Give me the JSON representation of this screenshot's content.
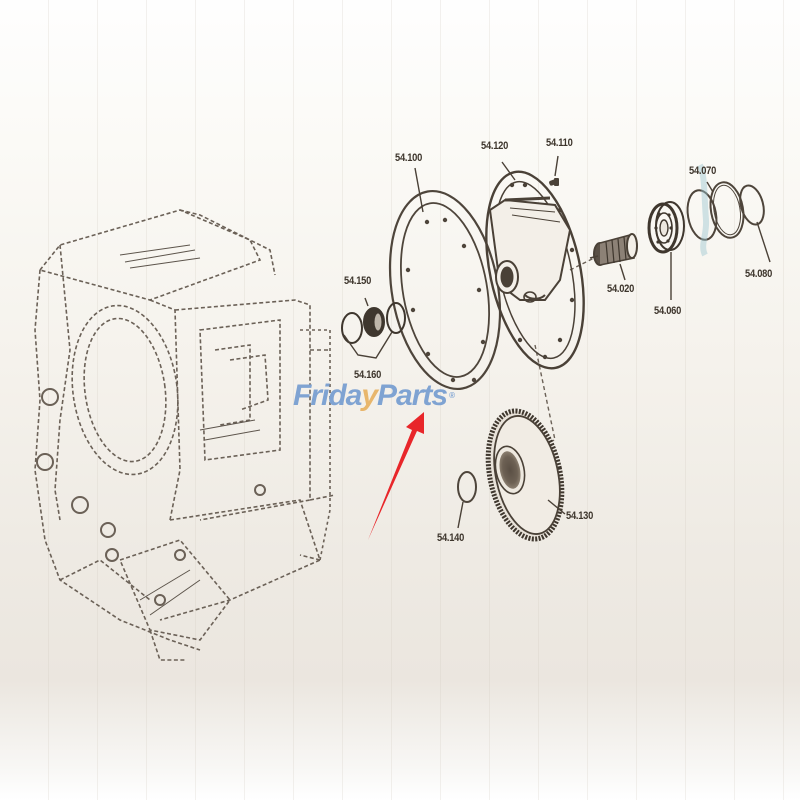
{
  "diagram": {
    "type": "exploded parts diagram",
    "subject": "Transmission housing with cover, gasket, gears and bearings",
    "parts": [
      {
        "id": "54.100",
        "name": "gasket"
      },
      {
        "id": "54.110",
        "name": "bolt"
      },
      {
        "id": "54.120",
        "name": "cover"
      },
      {
        "id": "54.020",
        "name": "shaft"
      },
      {
        "id": "54.060",
        "name": "bearing"
      },
      {
        "id": "54.070",
        "name": "ring"
      },
      {
        "id": "54.080",
        "name": "snap ring"
      },
      {
        "id": "54.150",
        "name": "bushing"
      },
      {
        "id": "54.160",
        "name": "rings"
      },
      {
        "id": "54.130",
        "name": "gear"
      },
      {
        "id": "54.140",
        "name": "circlip"
      }
    ],
    "labels": {
      "p54_100": "54.100",
      "p54_120": "54.120",
      "p54_110": "54.110",
      "p54_070": "54.070",
      "p54_080": "54.080",
      "p54_020": "54.020",
      "p54_060": "54.060",
      "p54_150": "54.150",
      "p54_160": "54.160",
      "p54_130": "54.130",
      "p54_140": "54.140"
    },
    "highlight_arrow": {
      "color": "#e8262a",
      "points_to": "54.100"
    }
  },
  "watermark": {
    "part1": "Frida",
    "check": "y",
    "part2": "Parts",
    "reg": "®",
    "color": "#7fa3d2",
    "accent": "#e8b66c"
  }
}
